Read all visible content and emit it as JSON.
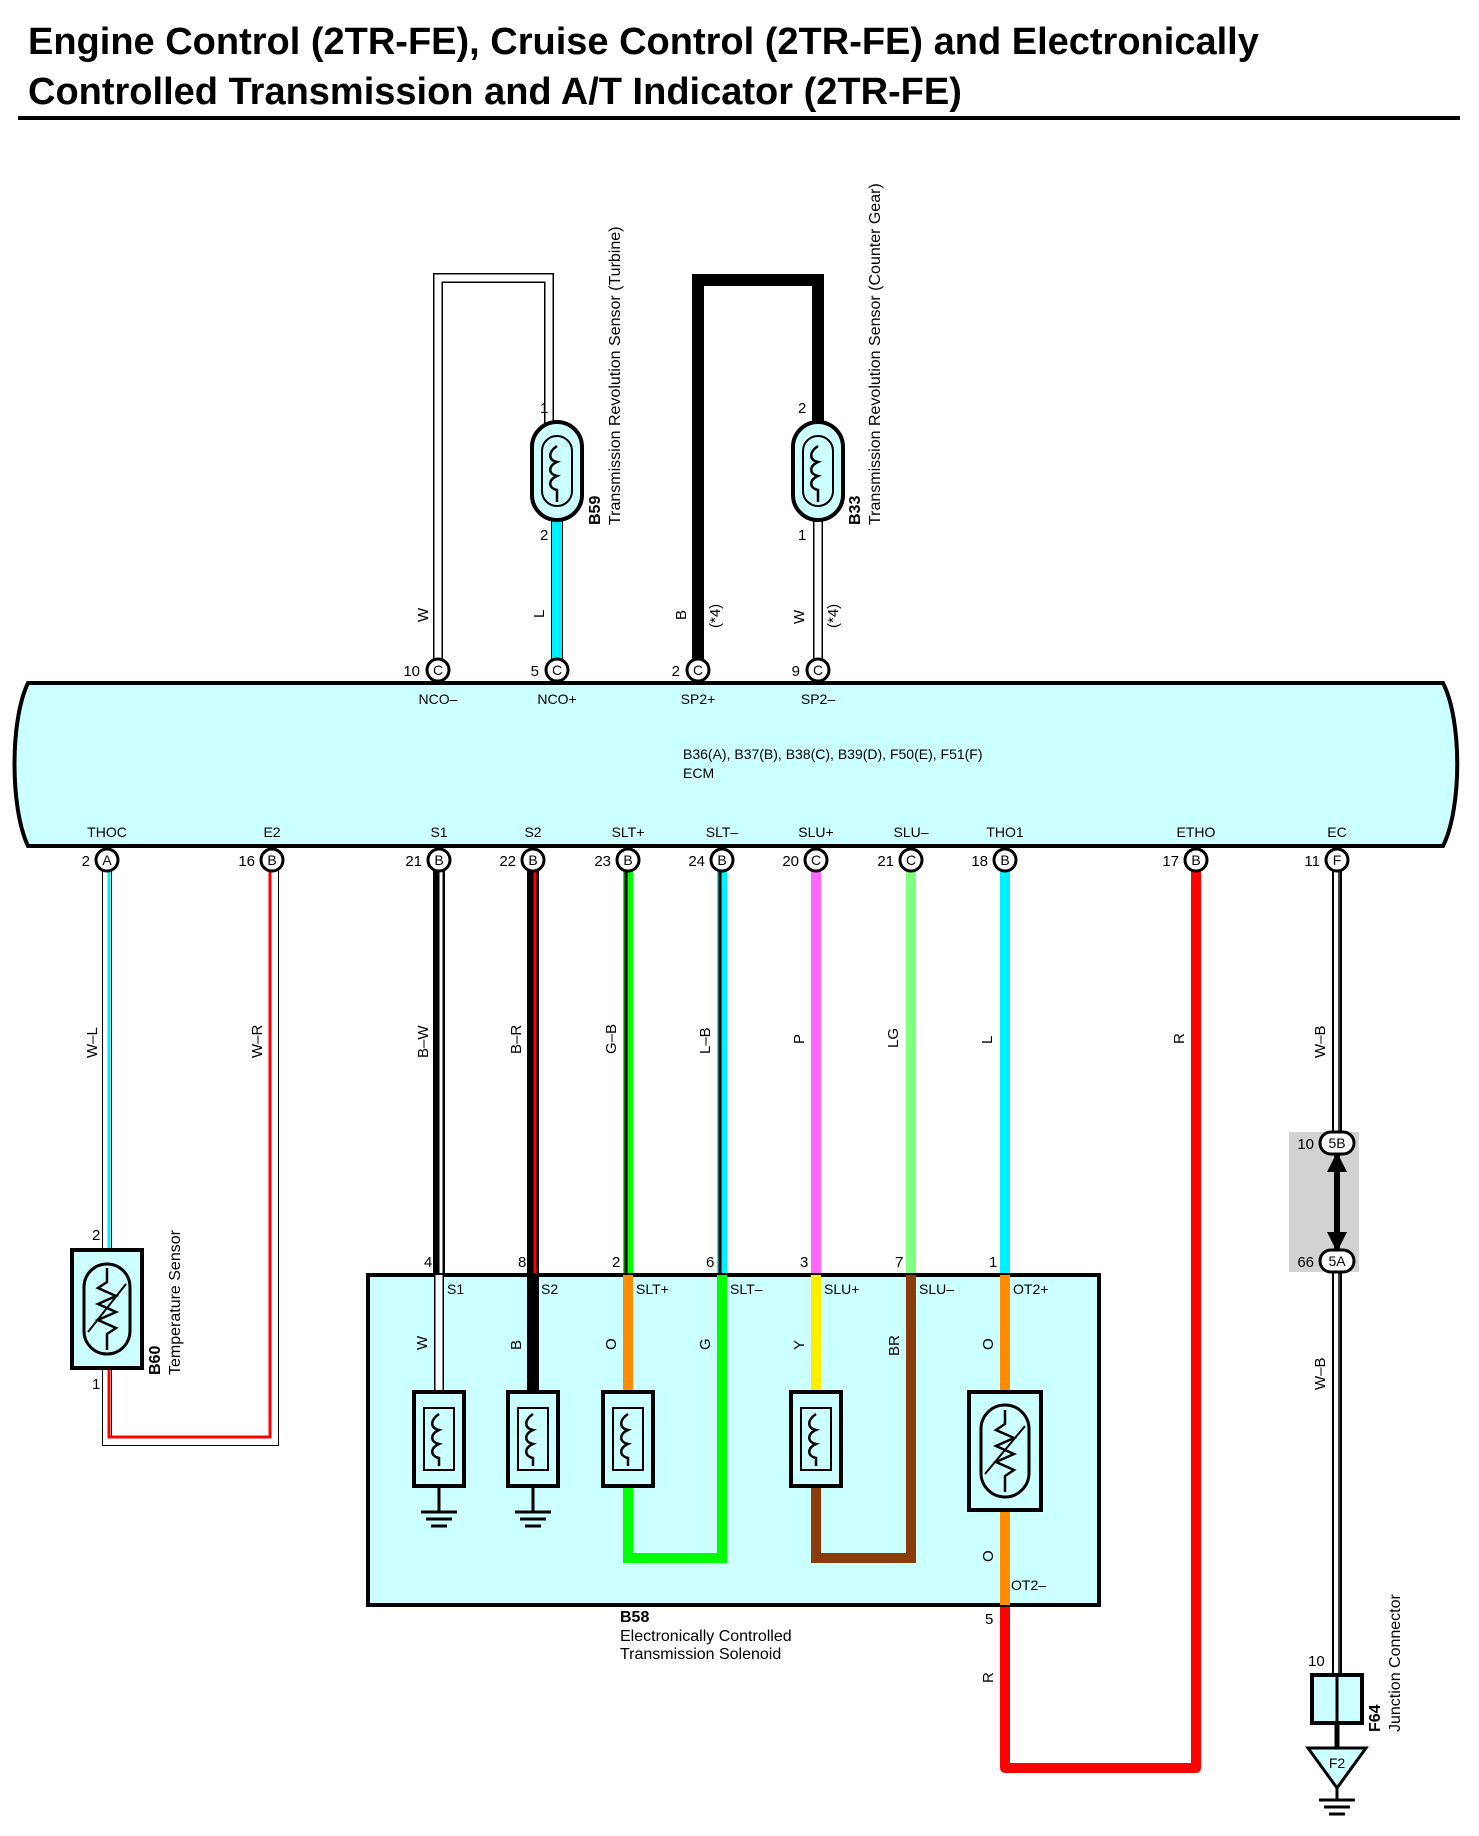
{
  "title_line1": "Engine Control (2TR-FE), Cruise Control (2TR-FE) and Electronically",
  "title_line2": "Controlled Transmission and A/T Indicator (2TR-FE)",
  "colors": {
    "W": "#ffffff",
    "L": "#00f0ff",
    "B": "#000000",
    "R": "#ff0000",
    "G": "#00ff00",
    "P": "#ff66ff",
    "LG": "#80ff80",
    "O": "#ff8c00",
    "Y": "#ffee00",
    "BR": "#8b3a0a",
    "box_fill": "#ccffff",
    "splice_fill": "#d2d2d2"
  },
  "ecm": {
    "connectors": "B36(A), B37(B), B38(C), B39(D), F50(E), F51(F)",
    "name": "ECM",
    "top_pins": [
      {
        "num": "10",
        "conn": "C",
        "signal": "NCO–",
        "wire": "W"
      },
      {
        "num": "5",
        "conn": "C",
        "signal": "NCO+",
        "wire": "L"
      },
      {
        "num": "2",
        "conn": "C",
        "signal": "SP2+",
        "wire": "B",
        "note": "(*4)"
      },
      {
        "num": "9",
        "conn": "C",
        "signal": "SP2–",
        "wire": "W",
        "note": "(*4)"
      }
    ],
    "bottom_pins": [
      {
        "num": "2",
        "conn": "A",
        "signal": "THOC",
        "wire": "W–L"
      },
      {
        "num": "16",
        "conn": "B",
        "signal": "E2",
        "wire": "W–R"
      },
      {
        "num": "21",
        "conn": "B",
        "signal": "S1",
        "wire": "B–W"
      },
      {
        "num": "22",
        "conn": "B",
        "signal": "S2",
        "wire": "B–R"
      },
      {
        "num": "23",
        "conn": "B",
        "signal": "SLT+",
        "wire": "G–B"
      },
      {
        "num": "24",
        "conn": "B",
        "signal": "SLT–",
        "wire": "L–B"
      },
      {
        "num": "20",
        "conn": "C",
        "signal": "SLU+",
        "wire": "P"
      },
      {
        "num": "21",
        "conn": "C",
        "signal": "SLU–",
        "wire": "LG"
      },
      {
        "num": "18",
        "conn": "B",
        "signal": "THO1",
        "wire": "L"
      },
      {
        "num": "17",
        "conn": "B",
        "signal": "ETHO",
        "wire": "R"
      },
      {
        "num": "11",
        "conn": "F",
        "signal": "EC",
        "wire": "W–B"
      }
    ]
  },
  "sensors": {
    "b59": {
      "code": "B59",
      "name": "Transmission Revolution Sensor (Turbine)",
      "pin_top": "1",
      "pin_bottom": "2"
    },
    "b33": {
      "code": "B33",
      "name": "Transmission Revolution Sensor (Counter Gear)",
      "pin_top": "2",
      "pin_bottom": "1"
    },
    "b60": {
      "code": "B60",
      "name": "Temperature Sensor",
      "pin_top": "2",
      "pin_bottom": "1"
    }
  },
  "solenoid": {
    "code": "B58",
    "name_line1": "Electronically Controlled",
    "name_line2": "Transmission Solenoid",
    "pins": [
      {
        "num": "4",
        "signal": "S1",
        "wire": "W"
      },
      {
        "num": "8",
        "signal": "S2",
        "wire": "B"
      },
      {
        "num": "2",
        "signal": "SLT+",
        "wire": "O"
      },
      {
        "num": "6",
        "signal": "SLT–",
        "wire": "G"
      },
      {
        "num": "3",
        "signal": "SLU+",
        "wire": "Y"
      },
      {
        "num": "7",
        "signal": "SLU–",
        "wire": "BR"
      },
      {
        "num": "1",
        "signal": "OT2+",
        "wire": "O"
      }
    ],
    "ot2_minus": {
      "num": "5",
      "signal": "OT2–",
      "inner_wire": "O",
      "outer_wire": "R"
    }
  },
  "junction": {
    "top": {
      "num": "10",
      "code": "5B"
    },
    "bottom": {
      "num": "66",
      "code": "5A"
    },
    "wire_below": "W–B"
  },
  "f64": {
    "code": "F64",
    "name": "Junction Connector",
    "pin": "10"
  },
  "ground": {
    "code": "F2"
  }
}
